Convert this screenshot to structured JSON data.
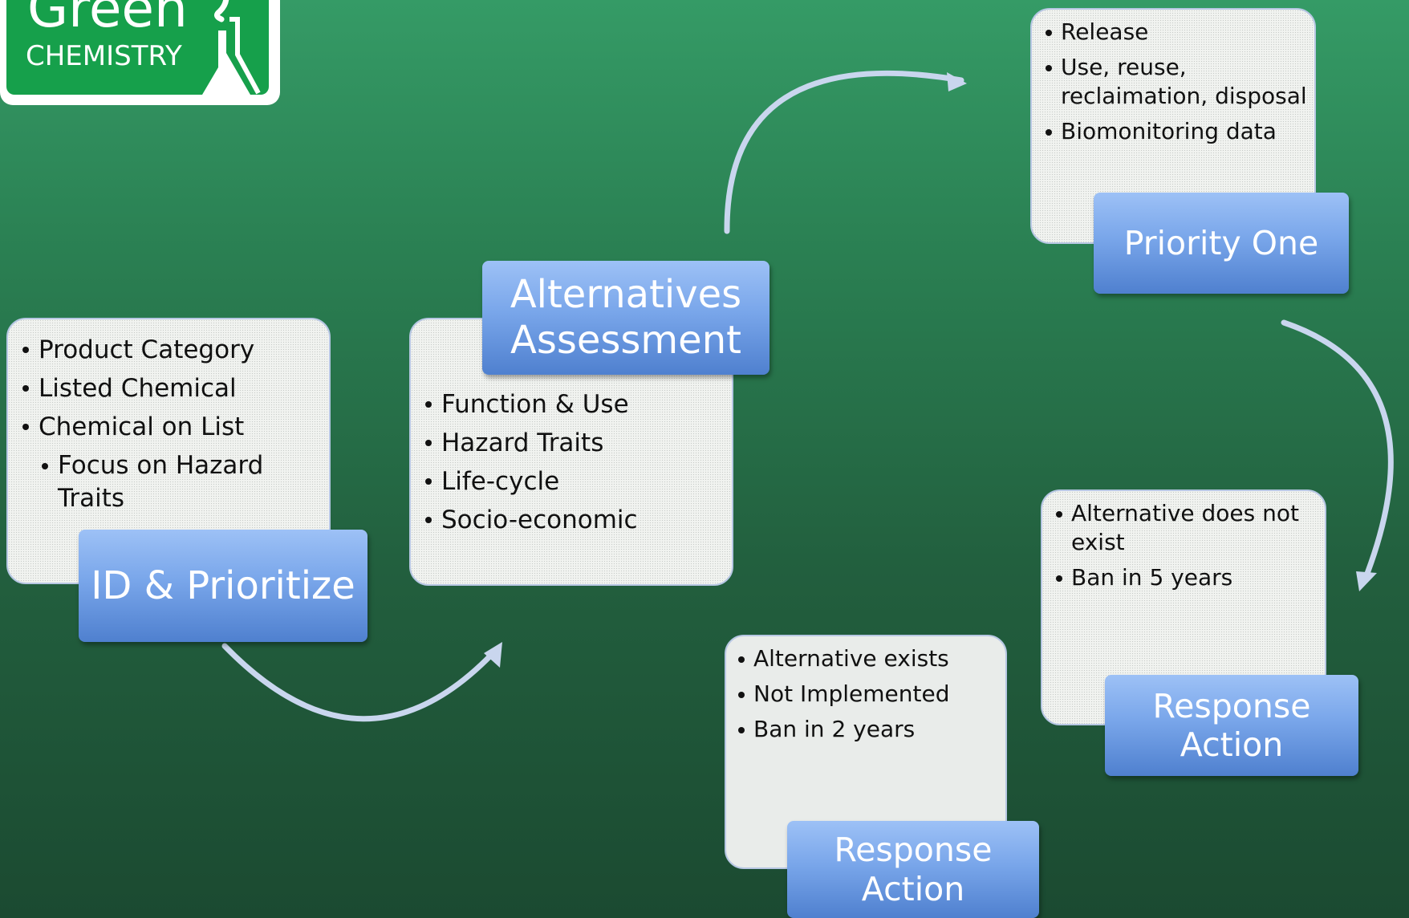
{
  "logo": {
    "word": "Green",
    "sub": "CHEMISTRY"
  },
  "colors": {
    "background_top": "#359b66",
    "background_bottom": "#1b4a31",
    "label_fill": "#79a6ea",
    "card_fill": "#f1f3f0",
    "arrow": "#c9d6ee",
    "logo_green": "#16a04b"
  },
  "steps": {
    "id_prioritize": {
      "label": "ID & Prioritize",
      "items": [
        "Product Category",
        "Listed Chemical",
        "Chemical on List"
      ],
      "subitem": "Focus on Hazard Traits"
    },
    "alternatives": {
      "label_line1": "Alternatives",
      "label_line2": "Assessment",
      "items": [
        "Function & Use",
        "Hazard Traits",
        "Life-cycle",
        "Socio-economic"
      ]
    },
    "priority_one": {
      "label": "Priority One",
      "items": [
        "Release",
        "Use, reuse, reclaimation, disposal",
        "Biomonitoring data"
      ]
    },
    "response_right": {
      "label_line1": "Response",
      "label_line2": "Action",
      "items": [
        "Alternative does not exist",
        "Ban in 5 years"
      ]
    },
    "response_bottom": {
      "label_line1": "Response",
      "label_line2": "Action",
      "items": [
        "Alternative exists",
        "Not Implemented",
        "Ban in 2 years"
      ]
    }
  }
}
